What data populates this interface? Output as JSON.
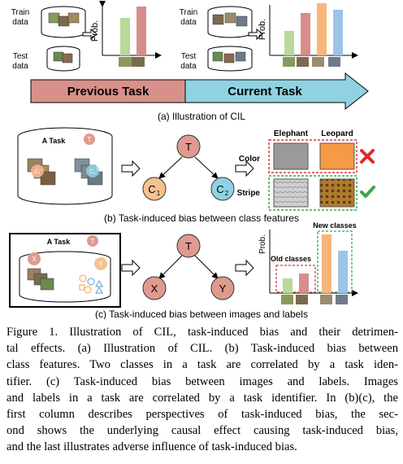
{
  "panel_a": {
    "train_label": "Train\ndata",
    "test_label": "Test\ndata",
    "axis_label": "Prob.",
    "previous_task": "Previous Task",
    "current_task": "Current Task",
    "subcaption": "(a) Illustration of CIL",
    "colors": {
      "green": "#b7d99a",
      "red": "#d98c8c",
      "orange": "#f7b57a",
      "blue": "#9dc3e6",
      "arrow_red": "#d8908a",
      "arrow_blue": "#8fd3e3"
    }
  },
  "panel_b": {
    "task_label": "A Task",
    "task_node": "T",
    "node_c1": "C",
    "node_c1_sub": "1",
    "node_c2": "C",
    "node_c2_sub": "2",
    "col_elephant": "Elephant",
    "col_leopard": "Leopard",
    "row_color": "Color",
    "row_stripe": "Stripe",
    "subcaption": "(b) Task-induced bias between class features",
    "wrong_icon": "cross-icon",
    "right_icon": "check-icon"
  },
  "panel_c": {
    "task_label": "A Task",
    "task_node": "T",
    "node_x": "X",
    "node_y": "Y",
    "axis_label": "Prob.",
    "old_classes": "Old classes",
    "new_classes": "New classes",
    "subcaption": "(c) Task-induced bias between images and labels"
  },
  "caption": {
    "lines": [
      "Figure 1. Illustration of CIL, task-induced bias and their detrimen-",
      "tal effects. (a) Illustration of CIL. (b) Task-induced bias between",
      "class features. Two classes in a task are correlated by a task iden-",
      "tifier. (c) Task-induced bias between images and labels. Images",
      "and labels in a task are correlated by a task identifier. In (b)(c), the",
      "first column describes perspectives of task-induced bias, the sec-",
      "ond shows the underlying causal effect causing task-induced bias,",
      "and the last illustrates adverse influence of task-induced bias."
    ]
  }
}
